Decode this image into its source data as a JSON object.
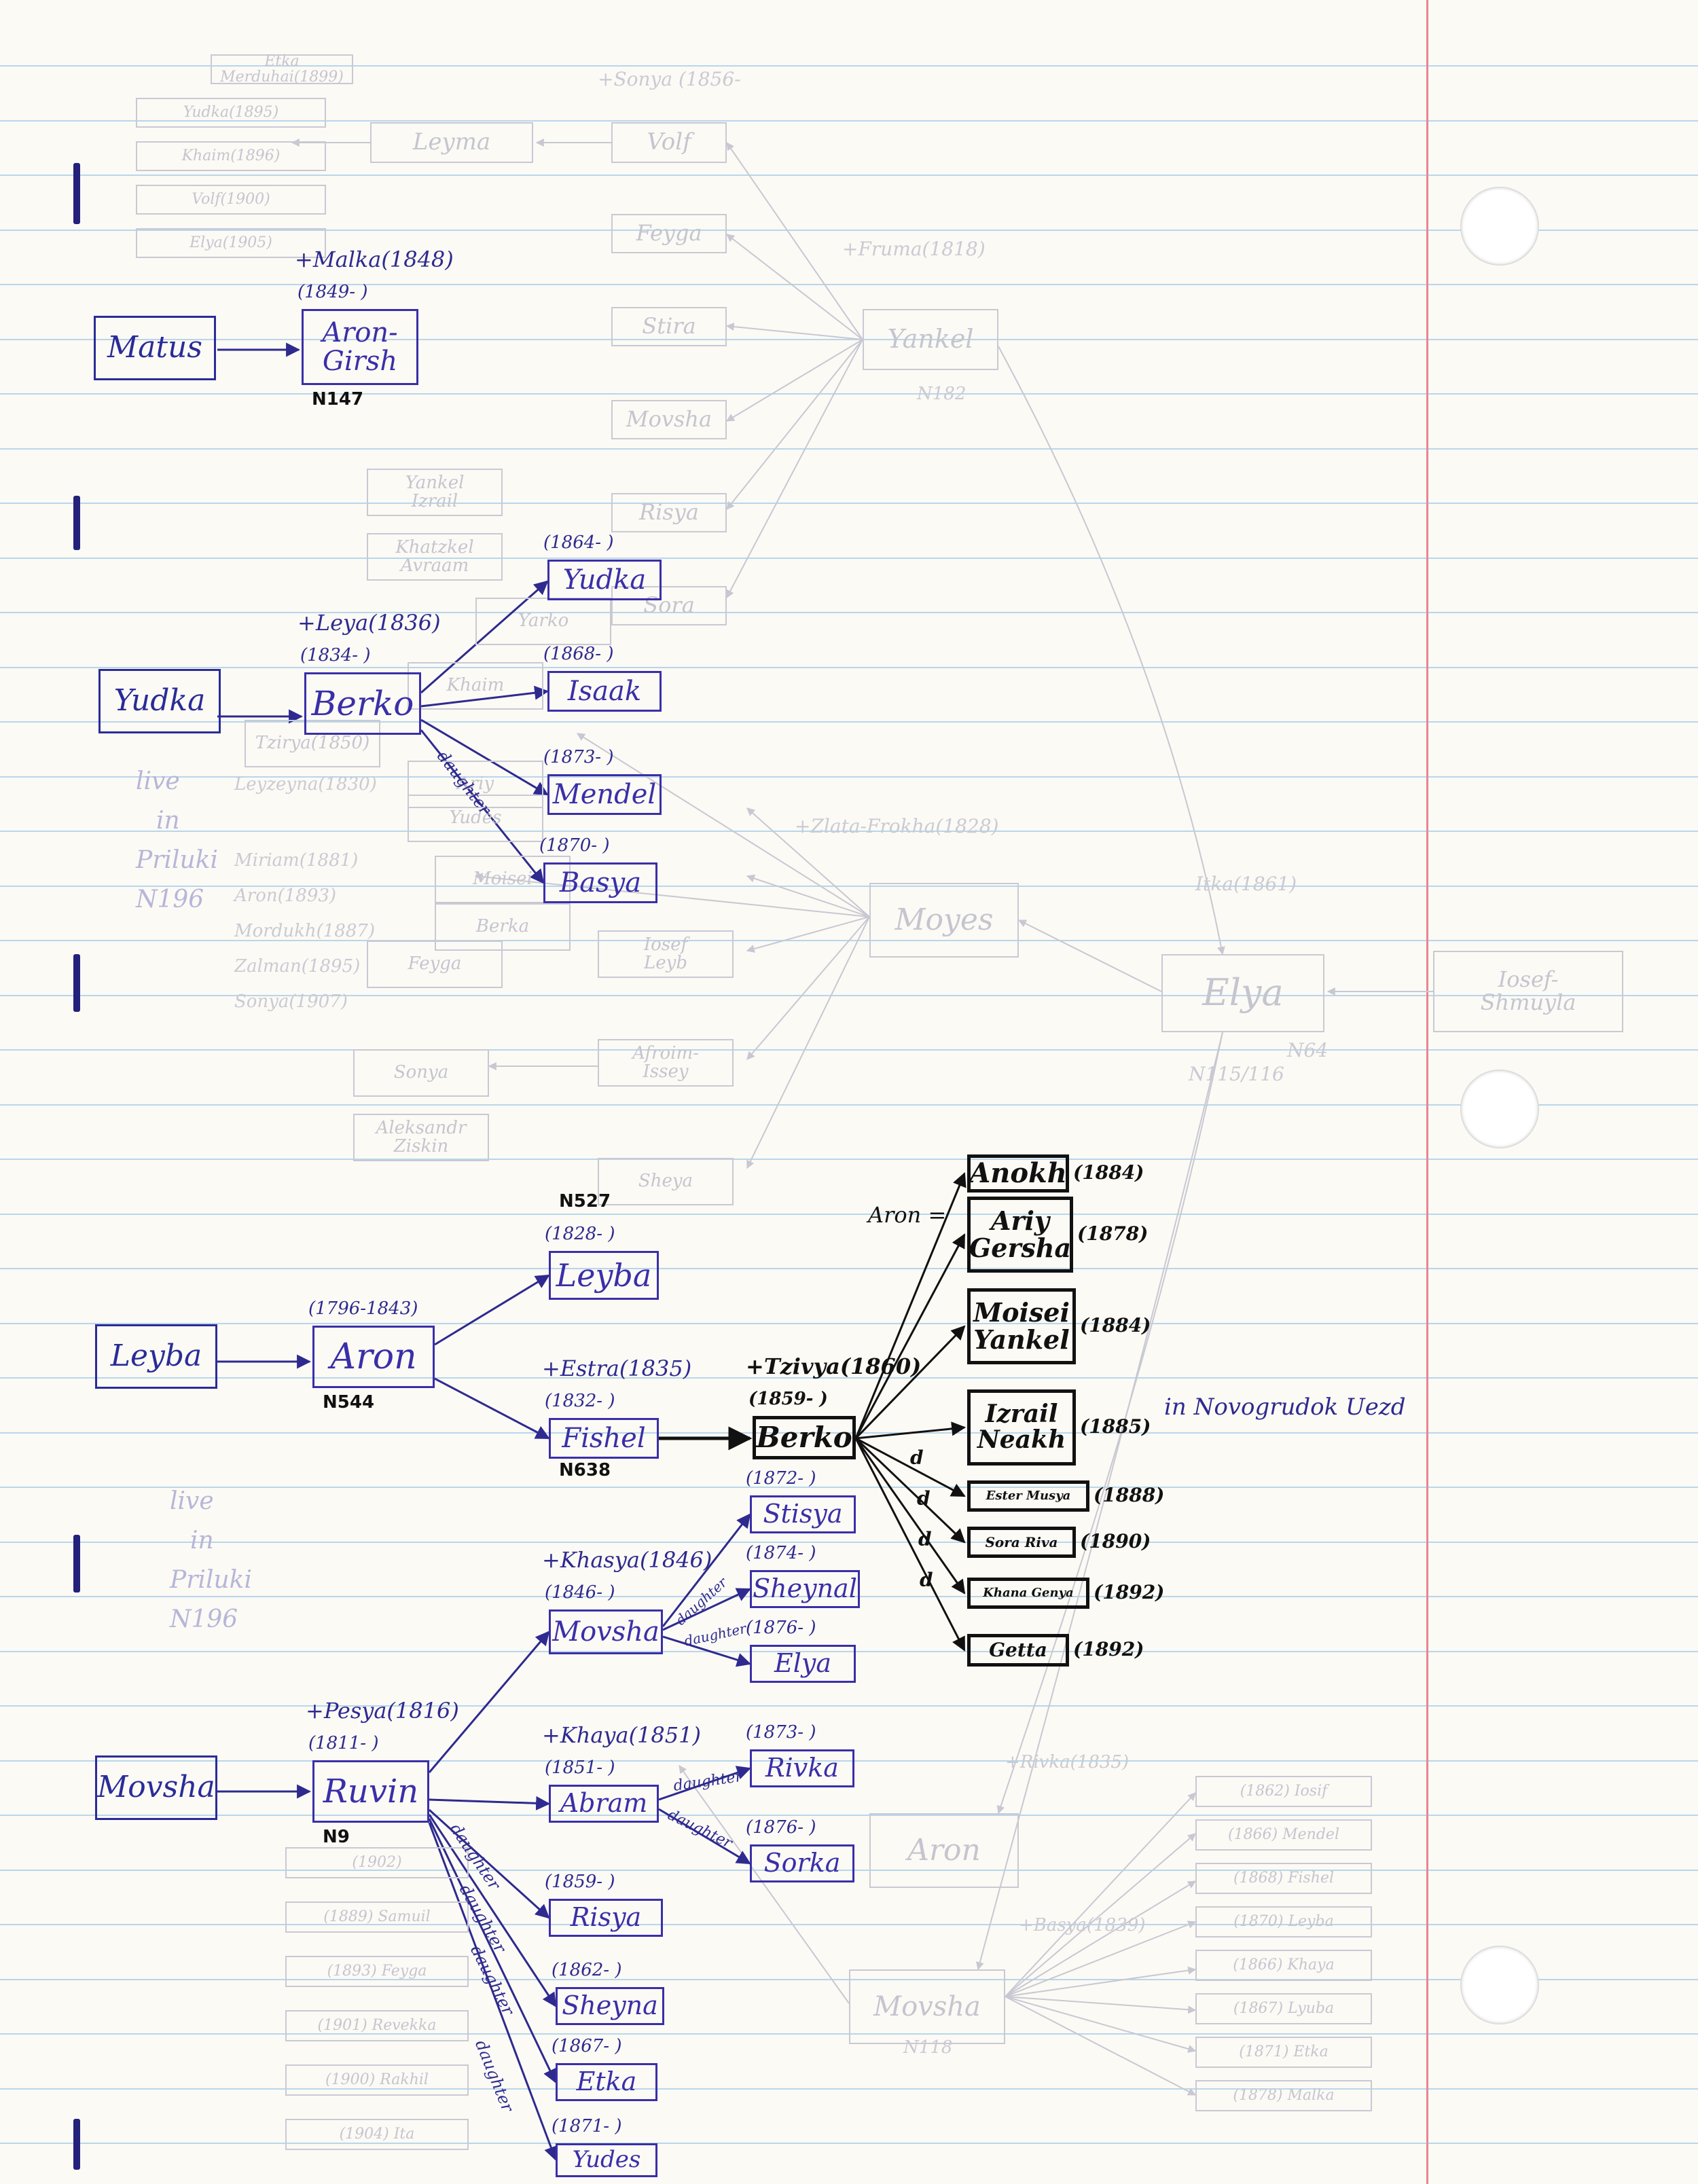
{
  "tree": {
    "roots": [
      {
        "name": "Matus"
      },
      {
        "name": "Yudka"
      },
      {
        "name": "Leyba"
      },
      {
        "name": "Movsha"
      }
    ],
    "people": {
      "aron_girsh": {
        "name": "Aron-\nGirsh",
        "dates": "(1849-   )",
        "spouse": "+Malka(1848)",
        "ref": "N147"
      },
      "berko_y": {
        "name": "Berko",
        "dates": "(1834-   )",
        "spouse": "+Leya(1836)"
      },
      "yudka": {
        "name": "Yudka",
        "dates": "(1864-   )"
      },
      "isaak": {
        "name": "Isaak",
        "dates": "(1868-   )"
      },
      "mendel": {
        "name": "Mendel",
        "dates": "(1873-   )"
      },
      "basya": {
        "name": "Basya",
        "dates": "(1870-   )"
      },
      "aron": {
        "name": "Aron",
        "dates": "(1796-1843)",
        "ref": "N544"
      },
      "leyba": {
        "name": "Leyba",
        "dates": "(1828-   )",
        "ref": "N527"
      },
      "fishel": {
        "name": "Fishel",
        "dates": "(1832-   )",
        "spouse": "+Estra(1835)",
        "ref": "N638"
      },
      "berko_f": {
        "name": "Berko",
        "dates": "(1859-   )",
        "spouse": "+Tzivya(1860)"
      },
      "ruvin": {
        "name": "Ruvin",
        "dates": "(1811-   )",
        "spouse": "+Pesya(1816)",
        "ref": "N9"
      },
      "movsha": {
        "name": "Movsha",
        "dates": "(1846-   )",
        "spouse": "+Khasya(1846)"
      },
      "stisya": {
        "name": "Stisya",
        "dates": "(1872-   )"
      },
      "sheynal": {
        "name": "Sheynal",
        "dates": "(1874-   )"
      },
      "elya": {
        "name": "Elya",
        "dates": "(1876-   )"
      },
      "abram": {
        "name": "Abram",
        "dates": "(1851-   )",
        "spouse": "+Khaya(1851)"
      },
      "rivka": {
        "name": "Rivka",
        "dates": "(1873-   )"
      },
      "sorka": {
        "name": "Sorka",
        "dates": "(1876-   )"
      },
      "risya": {
        "name": "Risya",
        "dates": "(1859-   )"
      },
      "sheyna": {
        "name": "Sheyna",
        "dates": "(1862-   )"
      },
      "etka": {
        "name": "Etka",
        "dates": "(1867-   )"
      },
      "yudes": {
        "name": "Yudes",
        "dates": "(1871-   )"
      }
    },
    "berko_children": [
      {
        "name": "Anokh",
        "year": "(1884)"
      },
      {
        "name": "Ariy\nGersha",
        "year": "(1878)"
      },
      {
        "name": "Moisei\nYankel",
        "year": "(1884)"
      },
      {
        "name": "Izrail\nNeakh",
        "year": "(1885)"
      },
      {
        "name": "Ester Musya",
        "year": "(1888)"
      },
      {
        "name": "Sora Riva",
        "year": "(1890)"
      },
      {
        "name": "Khana Genya",
        "year": "(1892)"
      },
      {
        "name": "Getta",
        "year": "(1892)"
      }
    ],
    "aron_equals": "Aron =",
    "location_note": "in Novogrudok Uezd",
    "edge_labels": {
      "daughter": "daughter",
      "d": "d"
    },
    "live_note_1": [
      "live",
      "in",
      "Priluki",
      "N196"
    ],
    "live_note_2": [
      "live",
      "in",
      "Priluki",
      "N196"
    ]
  },
  "faint": {
    "top_left_children": [
      "Etka Merduhai(1899)",
      "Yudka(1895)",
      "Khaim(1896)",
      "Volf(1900)",
      "Elya(1905)"
    ],
    "top_names": {
      "leyma": "Leyma",
      "volf": "Volf",
      "sonya": "+Sonya (1856-",
      "yankel": "Yankel",
      "fruma": "+Fruma(1818)",
      "n182": "N182"
    },
    "top_children": [
      "Feyga",
      "Stira",
      "Movsha",
      "Risya",
      "Sora"
    ],
    "mid_names": {
      "moyes": "Moyes",
      "zlata": "+Zlata-Frokha(1828)",
      "elya_big": "Elya",
      "n64": "N64",
      "n115": "N115/116",
      "iosef": "Iosef-\nShmuyla",
      "itka": "Itka(1861)"
    },
    "mid_children": [
      "Yankel\nIzrail",
      "Khatzkel\nAvraam",
      "Yarko",
      "Khaim",
      "Tzirya(1850)",
      "Ariy",
      "Yudes",
      "Moisei",
      "Berka",
      "Feyga",
      "Iosef\nLeyb",
      "Afroim-\nIssey",
      "Sonya",
      "Aleksandr\nZiskin",
      "Sheya"
    ],
    "left_faint": [
      "Leyzeyna(1830)",
      "Miriam(1881)",
      "Aron(1893)",
      "Mordukh(1887)",
      "Zalman(1895)",
      "Sonya(1907)"
    ],
    "low_names": {
      "aron_low": "Aron",
      "movsha_low": "Movsha",
      "n118": "N118",
      "basya": "+Basya(1839)",
      "rivka": "+Rivka(1835)"
    },
    "low_right": [
      "(1862) Iosif",
      "(1866) Mendel",
      "(1868) Fishel",
      "(1870) Leyba",
      "(1866) Khaya",
      "(1867) Lyuba",
      "(1871) Etka",
      "(1878) Malka"
    ],
    "low_left": [
      "(1902)",
      "(1889) Samuil",
      "(1893) Feyga",
      "(1901) Revekka",
      "(1900) Rakhil",
      "(1904) Ita"
    ]
  }
}
